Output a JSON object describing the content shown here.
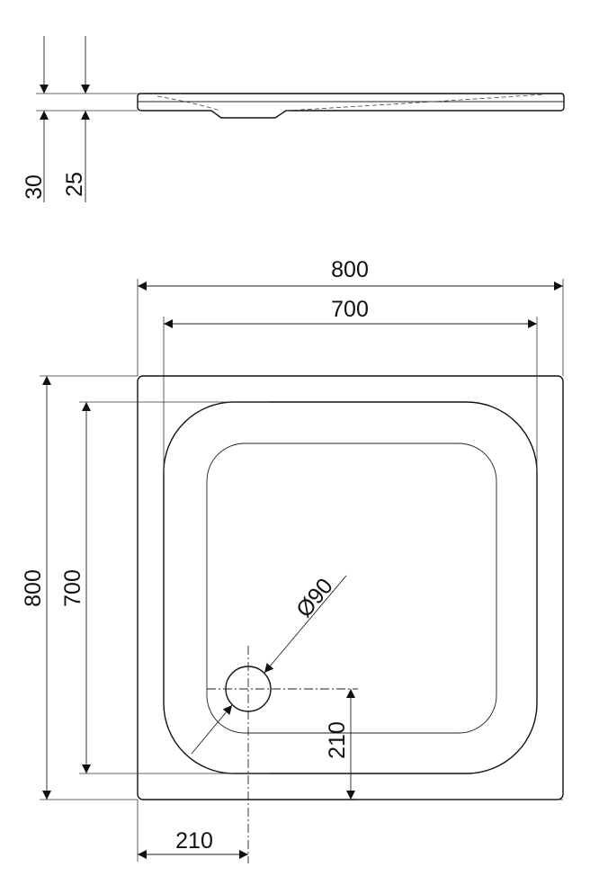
{
  "side_view": {
    "dims": {
      "total_height": "30",
      "rim_height": "25"
    }
  },
  "plan_view": {
    "dims": {
      "outer_width": "800",
      "inner_width": "700",
      "outer_depth": "800",
      "inner_depth": "700",
      "drain_diameter": "Ø90",
      "drain_offset_y": "210",
      "drain_offset_x": "210"
    }
  }
}
